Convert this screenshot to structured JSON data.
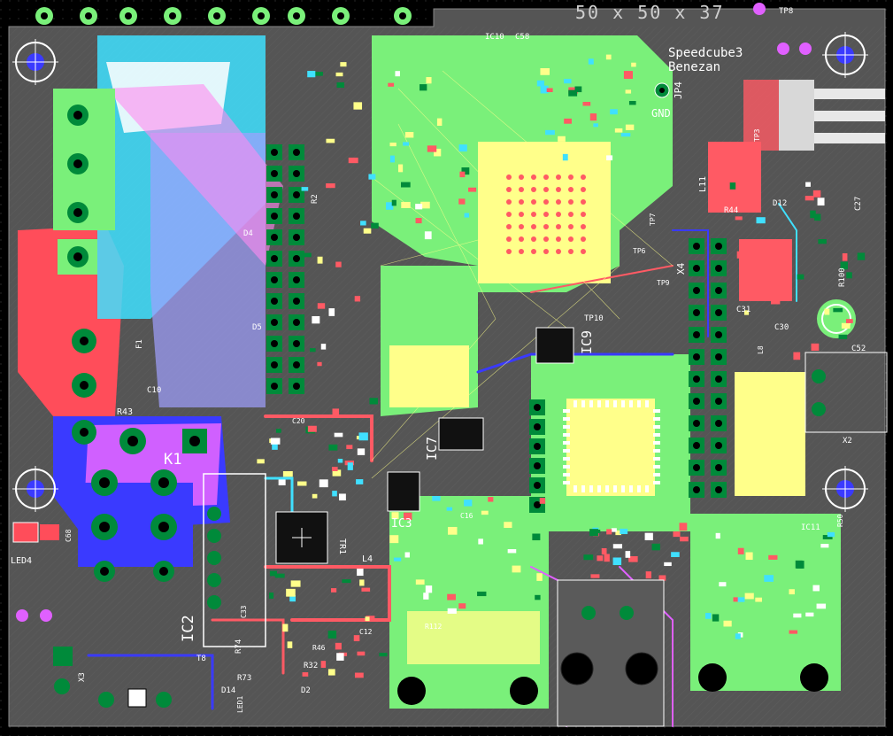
{
  "header": {
    "dimensions": "50 x 50 x 37",
    "testpoint": "TP8"
  },
  "board": {
    "title_line1": "Speedcube3",
    "title_line2": "Benezan",
    "gnd_label": "GND"
  },
  "components": {
    "ic10": "IC10",
    "c58": "C58",
    "jp4": "JP4",
    "x4": "X4",
    "ic9": "IC9",
    "ic7": "IC7",
    "ic3": "IC3",
    "ic2": "IC2",
    "ic11": "IC11",
    "k1": "K1",
    "r43": "R43",
    "f1": "F1",
    "c10": "C10",
    "led4": "LED4",
    "c68": "C68",
    "tr1": "TR1",
    "l4": "L4",
    "d5": "D5",
    "d4": "D4",
    "l11": "L11",
    "r44": "R44",
    "d12": "D12",
    "r100": "R100",
    "c27": "C27",
    "c31": "C31",
    "c30": "C30",
    "c52": "C52",
    "x2": "X2",
    "tp6": "TP6",
    "tp7": "TP7",
    "tp9": "TP9",
    "tp10": "TP10",
    "tp3": "TP3",
    "c33": "C33",
    "r74": "R74",
    "r73": "R73",
    "d14": "D14",
    "t8": "T8",
    "d2": "D2",
    "r32": "R32",
    "led1": "LED1",
    "r112": "R112",
    "r46": "R46",
    "r50": "R50",
    "l8": "L8",
    "r2": "R2",
    "x3": "X3",
    "c16": "C16",
    "c20": "C20",
    "c12": "C12"
  },
  "colors": {
    "background": "#000000",
    "board": "#5a5a5a",
    "copper_red": "#ff5a64",
    "top_layer_green": "#7af07a",
    "silk_yellow": "#ffff8a",
    "cyan": "#40e0ff",
    "white_silk": "#ffffff",
    "blue_layer": "#3a3aff",
    "magenta": "#e060ff",
    "pad_darkgreen": "#008a3a",
    "grid": "#2a2a2a"
  }
}
